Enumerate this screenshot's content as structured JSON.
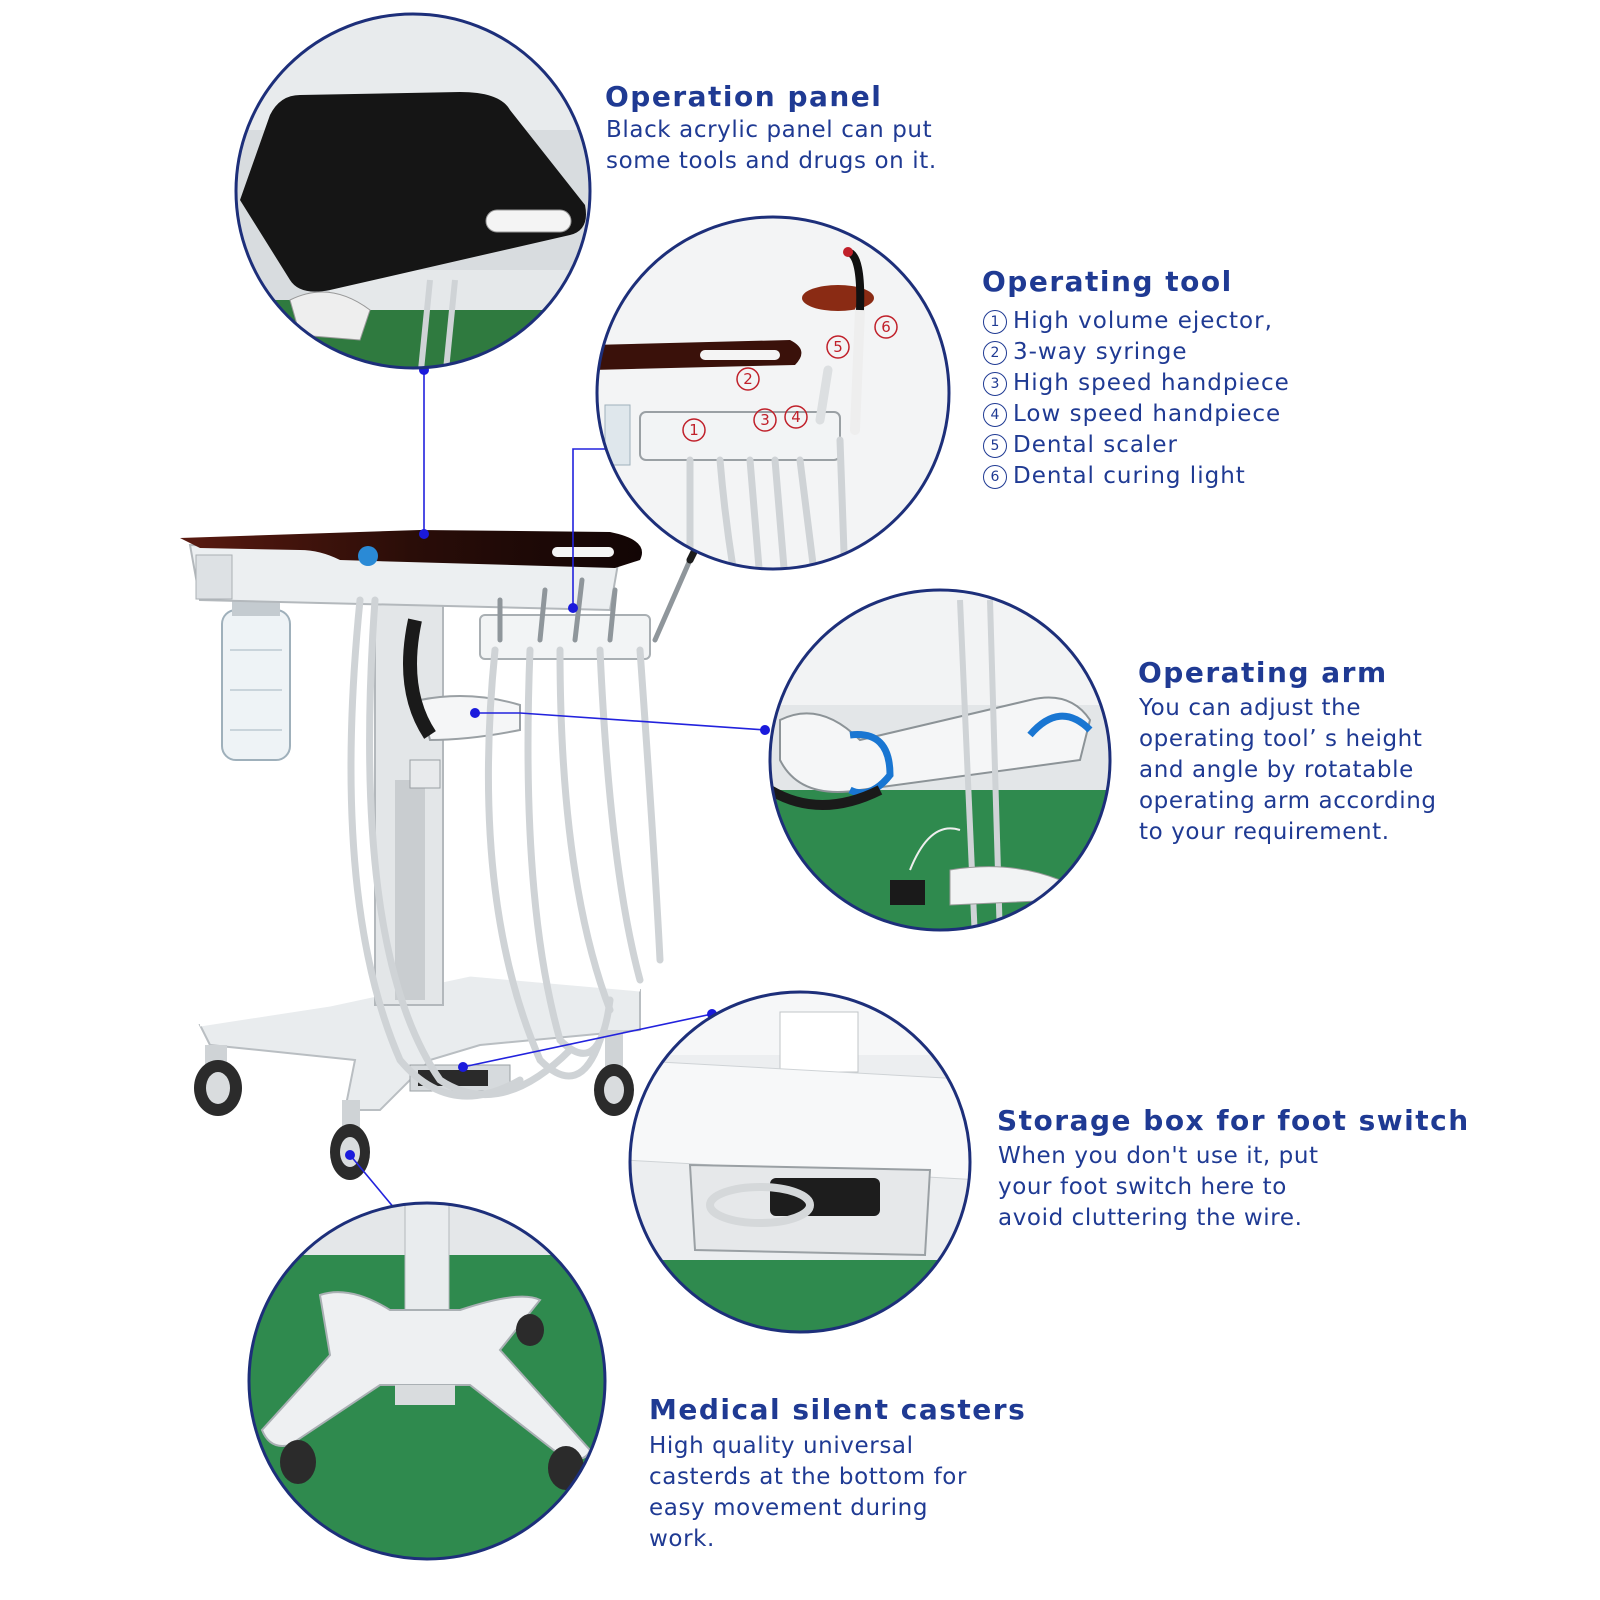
{
  "callouts": {
    "operation_panel": {
      "title": "Operation panel",
      "lines": [
        "Black acrylic panel can put",
        "some tools and drugs on it."
      ]
    },
    "operating_tool": {
      "title": "Operating tool",
      "items": [
        {
          "num": "1",
          "label": "High volume ejector,"
        },
        {
          "num": "2",
          "label": "3-way syringe"
        },
        {
          "num": "3",
          "label": "High speed handpiece"
        },
        {
          "num": "4",
          "label": "Low speed handpiece"
        },
        {
          "num": "5",
          "label": "Dental scaler"
        },
        {
          "num": "6",
          "label": "Dental curing light"
        }
      ]
    },
    "operating_arm": {
      "title": "Operating arm",
      "lines": [
        "You can adjust the",
        "operating tool’ s height",
        "and angle by rotatable",
        "operating arm according",
        "to your requirement."
      ]
    },
    "storage_box": {
      "title": "Storage box for foot switch",
      "lines": [
        "When you don't use it, put",
        "your foot switch here to",
        "avoid cluttering the wire."
      ]
    },
    "casters": {
      "title": "Medical silent casters",
      "lines": [
        "High quality universal",
        "casterds at the bottom for",
        "easy movement during",
        "work."
      ]
    }
  },
  "colors": {
    "accent_text": "#1f3a93",
    "leader_line": "#2222dd",
    "circle_border": "#1d2f7a",
    "floor_green": "#2f8a4e",
    "badge_red": "#c0202a"
  }
}
